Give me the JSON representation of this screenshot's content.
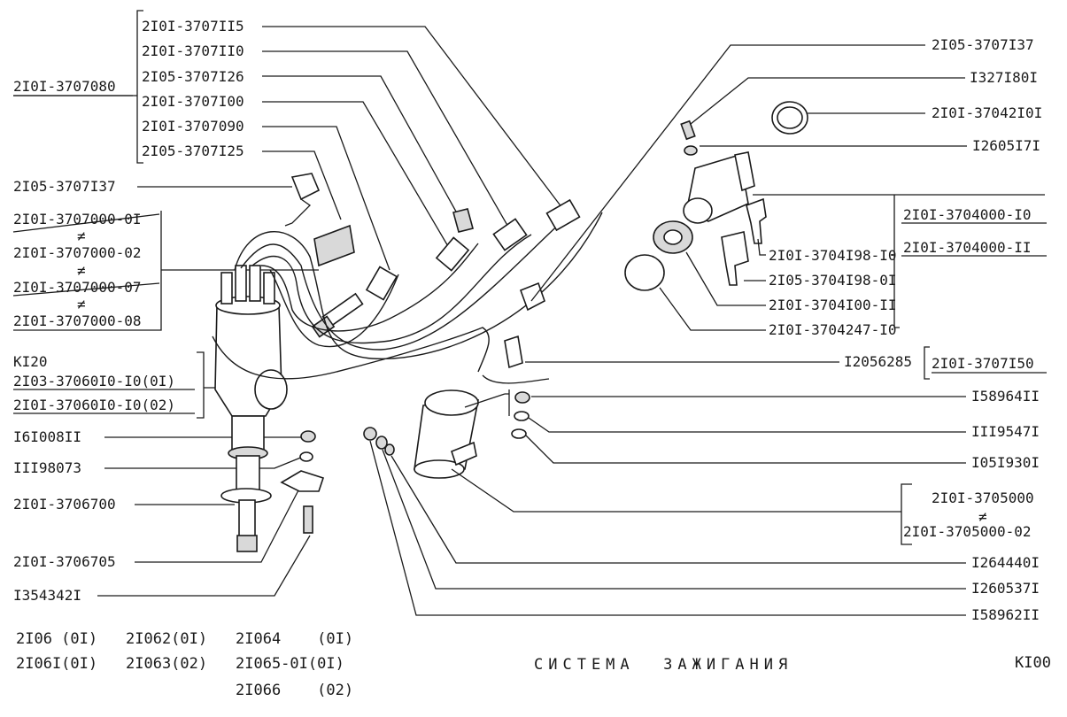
{
  "title": "СИСТЕМА  ЗАЖИГАНИЯ",
  "page_code": "KI00",
  "models": [
    [
      "2I06 (0I)",
      "2I062(0I)",
      "2I064    (0I)"
    ],
    [
      "2I06I(0I)",
      "2I063(02)",
      "2I065-0I(0I)"
    ],
    [
      "",
      "",
      "2I066    (02)"
    ]
  ],
  "wire_set": {
    "group_label": "2I0I-3707080",
    "items": [
      "2I0I-3707II5",
      "2I0I-3707II0",
      "2I05-3707I26",
      "2I0I-3707I00",
      "2I0I-3707090",
      "2I05-3707I25"
    ]
  },
  "left_labels": {
    "clip": "2I05-3707I37",
    "distributor_variants": [
      "2I0I-3707000-0I",
      "2I0I-3707000-02",
      "2I0I-3707000-07",
      "2I0I-3707000-08"
    ],
    "distributor_group": [
      "KI20",
      "2I03-37060I0-I0(0I)",
      "2I0I-37060I0-I0(02)"
    ],
    "nut": "I6I008II",
    "washer": "III98073",
    "gasket": "2I0I-3706700",
    "clamp": "2I0I-3706705",
    "stud": "I354342I"
  },
  "right_labels": {
    "clip": "2I05-3707I37",
    "screw": "I327I80I",
    "ring": "2I0I-37042I0I",
    "lock_washer": "I2605I7I",
    "switch_group": [
      "2I0I-3704000-I0",
      "2I0I-3704000-II"
    ],
    "key_1": "2I0I-3704I98-I0",
    "key_2": "2I05-3704I98-0I",
    "switch_body": "2I0I-3704I00-II",
    "retainer": "2I0I-3704247-I0",
    "plug": "I2056285",
    "hv_wire": "2I0I-3707I50",
    "coil_nut": "I58964II",
    "coil_washer": "III9547I",
    "coil_spring_washer": "I05I930I",
    "coil_variants": [
      "2I0I-3705000",
      "2I0I-3705000-02"
    ],
    "washer_2": "I264440I",
    "spring_washer_2": "I260537I",
    "nut_2": "I58962II"
  }
}
